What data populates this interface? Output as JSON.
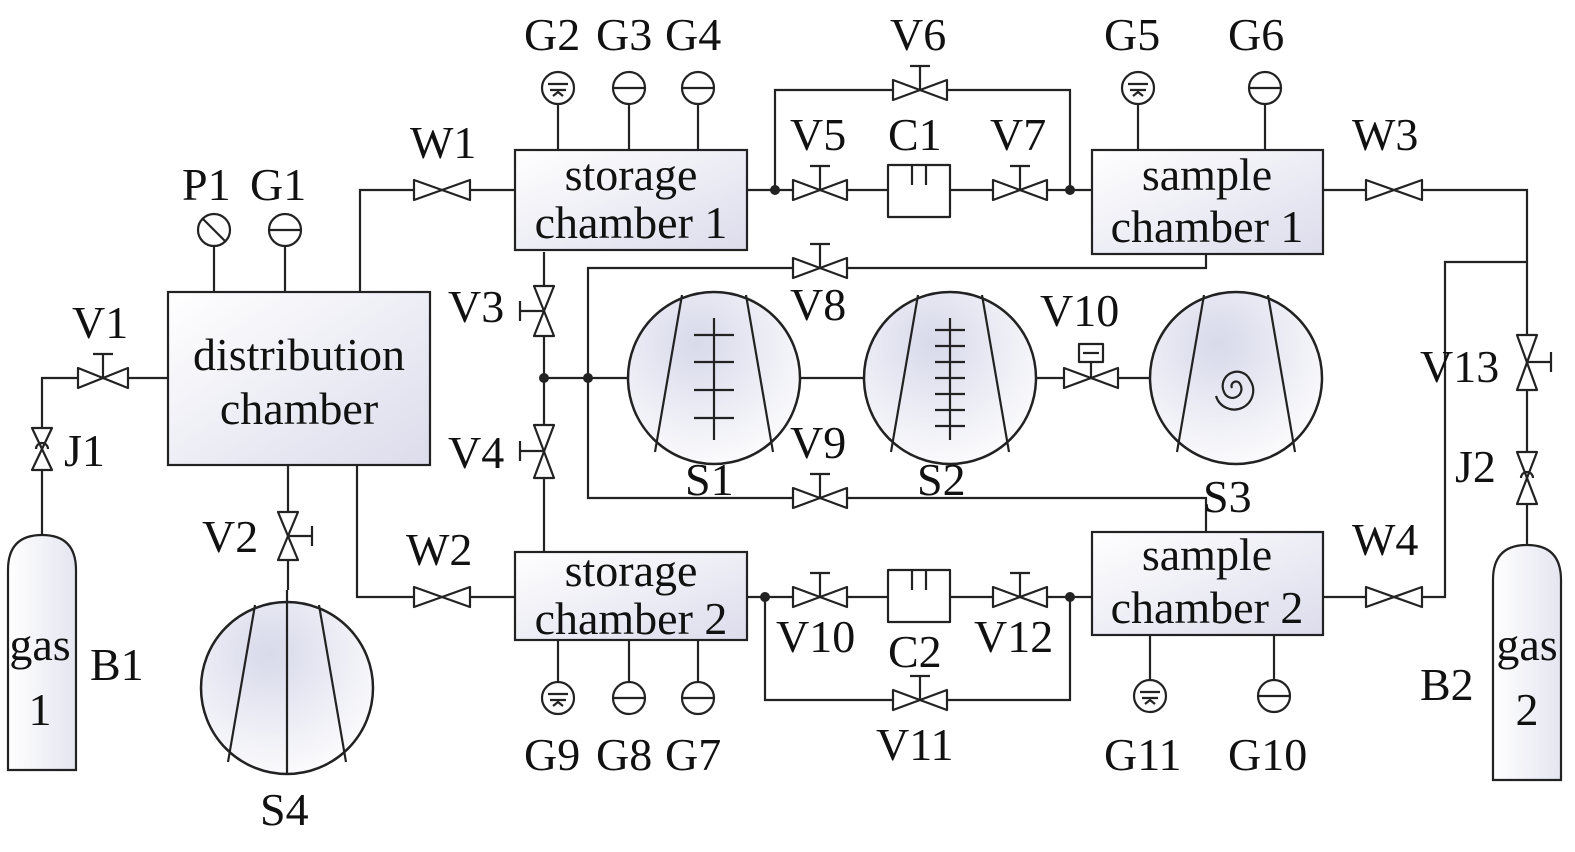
{
  "chambers": {
    "distribution": [
      "distribution",
      "chamber"
    ],
    "storage1": [
      "storage",
      "chamber 1"
    ],
    "storage2": [
      "storage",
      "chamber 2"
    ],
    "sample1": [
      "sample",
      "chamber 1"
    ],
    "sample2": [
      "sample",
      "chamber 2"
    ]
  },
  "gas_bottles": {
    "b1": [
      "gas",
      "1"
    ],
    "b2": [
      "gas",
      "2"
    ]
  },
  "labels": {
    "P1": "P1",
    "G1": "G1",
    "G2": "G2",
    "G3": "G3",
    "G4": "G4",
    "G5": "G5",
    "G6": "G6",
    "G7": "G7",
    "G8": "G8",
    "G9": "G9",
    "G10": "G10",
    "G11": "G11",
    "V1": "V1",
    "V2": "V2",
    "V3": "V3",
    "V4": "V4",
    "V5": "V5",
    "V6": "V6",
    "V7": "V7",
    "V8": "V8",
    "V9": "V9",
    "V10a": "V10",
    "V10b": "V10",
    "V11": "V11",
    "V12": "V12",
    "V13": "V13",
    "W1": "W1",
    "W2": "W2",
    "W3": "W3",
    "W4": "W4",
    "J1": "J1",
    "J2": "J2",
    "C1": "C1",
    "C2": "C2",
    "S1": "S1",
    "S2": "S2",
    "S3": "S3",
    "S4": "S4",
    "B1": "B1",
    "B2": "B2"
  },
  "colors": {
    "box_fill": "#e9e9f3",
    "pump_fill": "#e6e7f2",
    "line": "#222222"
  }
}
